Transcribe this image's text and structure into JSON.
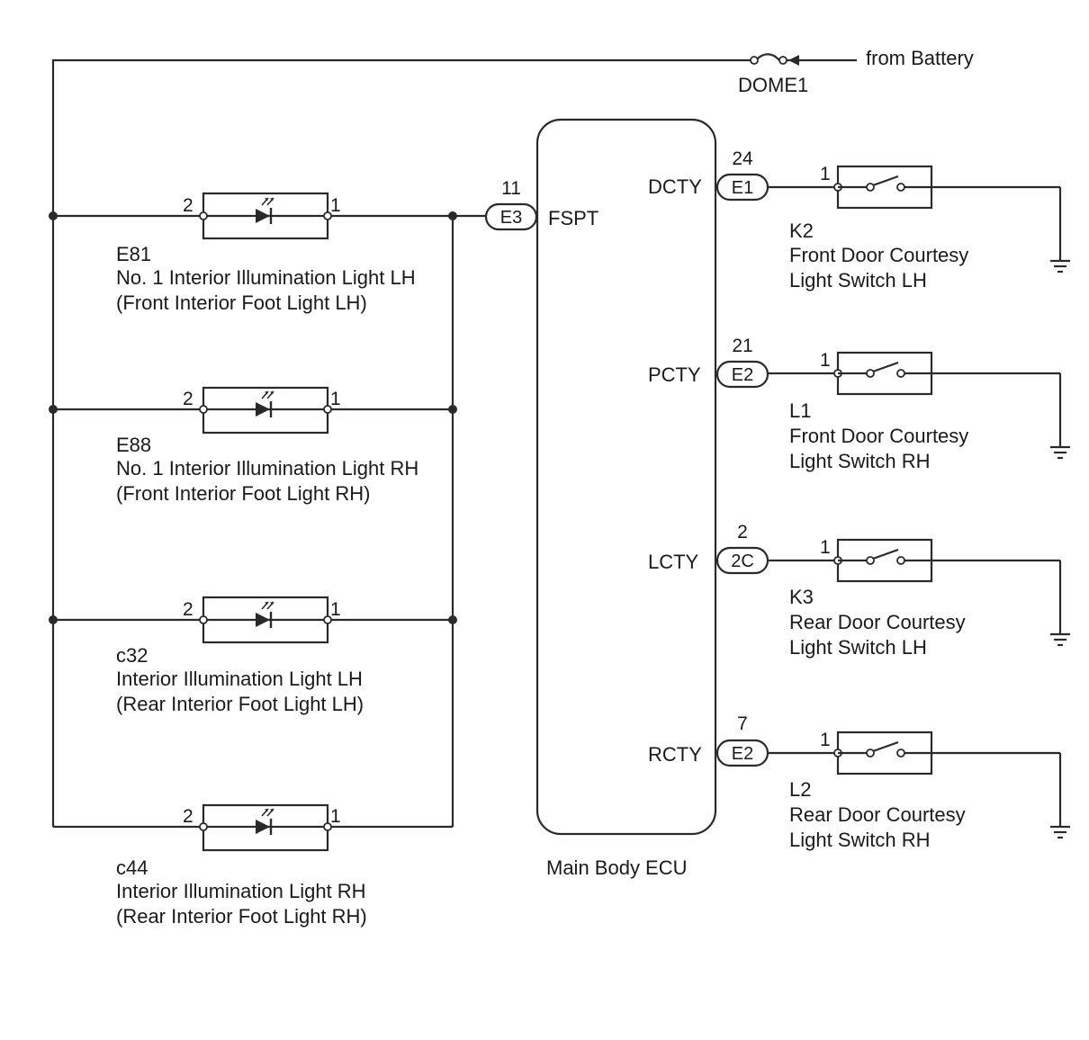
{
  "power": {
    "source_label": "from Battery",
    "fuse_label": "DOME1"
  },
  "lights": [
    {
      "code": "E81",
      "name": "No. 1 Interior Illumination Light LH",
      "alt_name": "(Front Interior Foot Light LH)",
      "pin_left": "2",
      "pin_right": "1"
    },
    {
      "code": "E88",
      "name": "No. 1 Interior Illumination Light RH",
      "alt_name": "(Front Interior Foot Light RH)",
      "pin_left": "2",
      "pin_right": "1"
    },
    {
      "code": "c32",
      "name": "Interior Illumination Light LH",
      "alt_name": "(Rear Interior Foot Light LH)",
      "pin_left": "2",
      "pin_right": "1"
    },
    {
      "code": "c44",
      "name": "Interior Illumination Light RH",
      "alt_name": "(Rear Interior Foot Light RH)",
      "pin_left": "2",
      "pin_right": "1"
    }
  ],
  "ecu": {
    "name": "Main Body ECU",
    "input": {
      "terminal": "FSPT",
      "connector": "E3",
      "pin": "11"
    },
    "outputs": [
      {
        "terminal": "DCTY",
        "connector": "E1",
        "pin": "24"
      },
      {
        "terminal": "PCTY",
        "connector": "E2",
        "pin": "21"
      },
      {
        "terminal": "LCTY",
        "connector": "2C",
        "pin": "2"
      },
      {
        "terminal": "RCTY",
        "connector": "E2",
        "pin": "7"
      }
    ]
  },
  "switches": [
    {
      "code": "K2",
      "line1": "Front Door Courtesy",
      "line2": "Light Switch LH",
      "pin": "1"
    },
    {
      "code": "L1",
      "line1": "Front Door Courtesy",
      "line2": "Light Switch RH",
      "pin": "1"
    },
    {
      "code": "K3",
      "line1": "Rear Door Courtesy",
      "line2": "Light Switch LH",
      "pin": "1"
    },
    {
      "code": "L2",
      "line1": "Rear Door Courtesy",
      "line2": "Light Switch RH",
      "pin": "1"
    }
  ]
}
